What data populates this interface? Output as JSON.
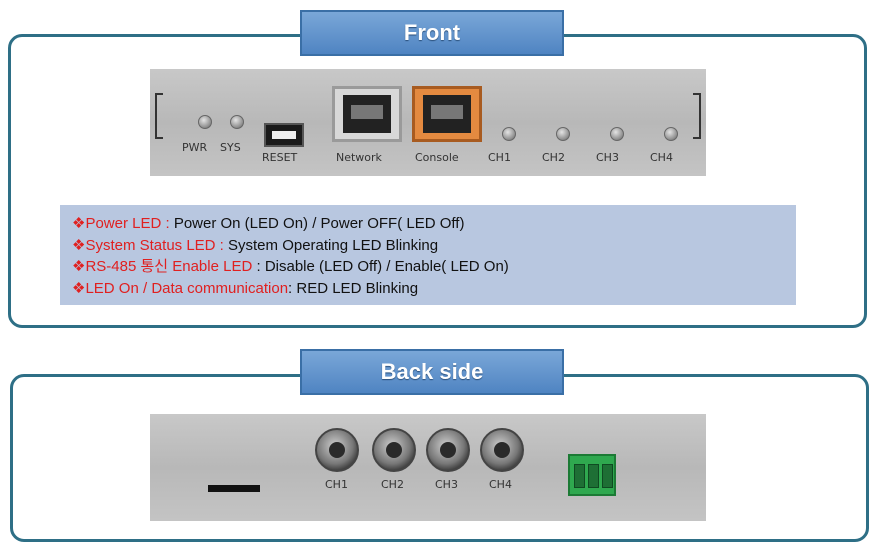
{
  "front": {
    "title": "Front",
    "panel_labels": {
      "pwr": "PWR",
      "sys": "SYS",
      "reset": "RESET",
      "network": "Network",
      "console": "Console",
      "ch1": "CH1",
      "ch2": "CH2",
      "ch3": "CH3",
      "ch4": "CH4"
    },
    "info": [
      {
        "bullet": "❖",
        "label": "Power LED :",
        "text": " Power On (LED On)  /  Power OFF( LED Off)"
      },
      {
        "bullet": "❖",
        "label": "System Status LED :",
        "text": "  System Operating LED Blinking"
      },
      {
        "bullet": "❖",
        "label": "RS-485 통신 Enable LED",
        "text": " : Disable (LED Off)  /  Enable( LED On)"
      },
      {
        "bullet": "❖",
        "label": "LED On / Data communication",
        "text": ": RED LED Blinking"
      }
    ]
  },
  "back": {
    "title": "Back side",
    "panel_labels": {
      "ch1": "CH1",
      "ch2": "CH2",
      "ch3": "CH3",
      "ch4": "CH4"
    }
  },
  "colors": {
    "frame_border": "#2e6f86",
    "title_bar": "#4f84c2",
    "info_bg": "#b8c7e0",
    "label_red": "#e02020",
    "console_port": "#e48a40",
    "terminal_block": "#2fa84f"
  }
}
